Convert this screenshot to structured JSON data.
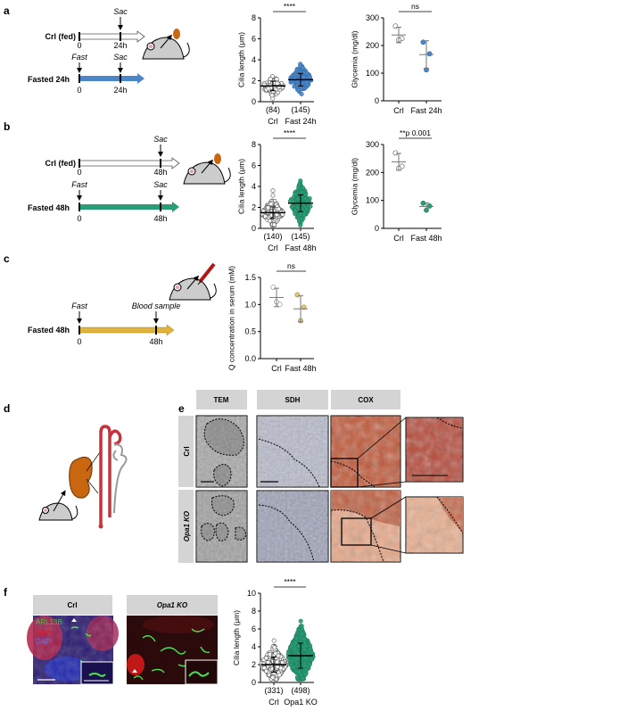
{
  "panels": {
    "a": "a",
    "b": "b",
    "c": "c",
    "d": "d",
    "e": "e",
    "f": "f"
  },
  "timeline_a": {
    "crl": "Crl (fed)",
    "fasted": "Fasted 24h",
    "sac": "Sac",
    "fast": "Fast",
    "t0": "0",
    "t1": "24h",
    "color_fasted": "#4a86c8"
  },
  "timeline_b": {
    "crl": "Crl (fed)",
    "fasted": "Fasted 48h",
    "sac": "Sac",
    "fast": "Fast",
    "t0": "0",
    "t1": "48h",
    "color_fasted": "#2a9d78"
  },
  "timeline_c": {
    "fasted": "Fasted 48h",
    "fast": "Fast",
    "blood": "Blood sample",
    "t0": "0",
    "t1": "48h",
    "color_fasted": "#e0b43a"
  },
  "panel_e": {
    "cols": [
      "TEM",
      "SDH",
      "COX"
    ],
    "rows": [
      "Crl",
      "Opa1 KO"
    ]
  },
  "panel_f": {
    "cols": [
      "Crl",
      "Opa1 KO"
    ],
    "legend": [
      "ARL13B",
      "DBA",
      "DAPI"
    ],
    "legend_colors": [
      "#3ec93e",
      "#e02020",
      "#3a4ee0"
    ]
  },
  "chart_data": [
    {
      "id": "a_cilia",
      "type": "scatter",
      "ylabel": "Cilia length (μm)",
      "ylim": [
        0,
        8
      ],
      "yticks": [
        "0",
        "2",
        "4",
        "6",
        "8"
      ],
      "significance": "****",
      "groups": [
        {
          "n_label": "(84)",
          "category": "Crl",
          "n": 84,
          "mean": 1.5,
          "sd": 0.45,
          "color": "#555555",
          "fill": "#ffffff"
        },
        {
          "n_label": "(145)",
          "category": "Fast 24h",
          "n": 145,
          "mean": 2.1,
          "sd": 0.6,
          "color": "#3a70b0",
          "fill": "#4a86c8"
        }
      ]
    },
    {
      "id": "a_gly",
      "type": "scatter",
      "ylabel": "Glycemia (mg/dl)",
      "ylim": [
        0,
        300
      ],
      "yticks": [
        "0",
        "100",
        "200",
        "300"
      ],
      "significance": "ns",
      "groups": [
        {
          "category": "Crl",
          "points": [
            270,
            225,
            220
          ],
          "mean": 238,
          "sd": 28,
          "color": "#555555",
          "fill": "#ffffff"
        },
        {
          "category": "Fast 24h",
          "points": [
            212,
            170,
            112
          ],
          "mean": 167,
          "sd": 50,
          "color": "#3a70b0",
          "fill": "#4a86c8"
        }
      ]
    },
    {
      "id": "b_cilia",
      "type": "scatter",
      "ylabel": "Cilia length (μm)",
      "ylim": [
        0,
        8
      ],
      "yticks": [
        "0",
        "2",
        "4",
        "6",
        "8"
      ],
      "significance": "****",
      "groups": [
        {
          "n_label": "(140)",
          "category": "Crl",
          "n": 140,
          "mean": 1.5,
          "sd": 0.55,
          "color": "#555555",
          "fill": "#ffffff"
        },
        {
          "n_label": "(145)",
          "category": "Fast 48h",
          "n": 145,
          "mean": 2.4,
          "sd": 0.8,
          "color": "#1f8060",
          "fill": "#2a9d78"
        }
      ]
    },
    {
      "id": "b_gly",
      "type": "scatter",
      "ylabel": "Glycemia (mg/dl)",
      "ylim": [
        0,
        300
      ],
      "yticks": [
        "0",
        "100",
        "200",
        "300"
      ],
      "significance": "**p 0.001",
      "groups": [
        {
          "category": "Crl",
          "points": [
            270,
            222,
            215
          ],
          "mean": 238,
          "sd": 30,
          "color": "#555555",
          "fill": "#ffffff"
        },
        {
          "category": "Fast 48h",
          "points": [
            90,
            80,
            65
          ],
          "mean": 78,
          "sd": 13,
          "color": "#1f8060",
          "fill": "#2a9d78"
        }
      ]
    },
    {
      "id": "c_q",
      "type": "scatter",
      "ylabel": "Q concentration in serum (mM)",
      "ylim": [
        0,
        1.5
      ],
      "yticks": [
        "0.0",
        "0.5",
        "1.0",
        "1.5"
      ],
      "significance": "ns",
      "groups": [
        {
          "category": "Crl",
          "points": [
            1.32,
            1.0,
            1.05
          ],
          "mean": 1.13,
          "sd": 0.17,
          "color": "#888888",
          "fill": "#ffffff"
        },
        {
          "category": "Fast 48h",
          "points": [
            1.18,
            0.95,
            0.7
          ],
          "mean": 0.92,
          "sd": 0.24,
          "color": "#9a8a50",
          "fill": "#e0c878"
        }
      ]
    },
    {
      "id": "f_cilia",
      "type": "scatter",
      "ylabel": "Cilia length (μm)",
      "ylim": [
        0,
        10
      ],
      "yticks": [
        "0",
        "2",
        "4",
        "6",
        "8",
        "10"
      ],
      "significance": "****",
      "groups": [
        {
          "n_label": "(331)",
          "category": "Crl",
          "n": 331,
          "mean": 2.0,
          "sd": 0.85,
          "color": "#555555",
          "fill": "#ffffff"
        },
        {
          "n_label": "(498)",
          "category": "Opa1 KO",
          "n": 498,
          "mean": 3.0,
          "sd": 1.4,
          "color": "#1f8060",
          "fill": "#2a9d78"
        }
      ]
    }
  ]
}
